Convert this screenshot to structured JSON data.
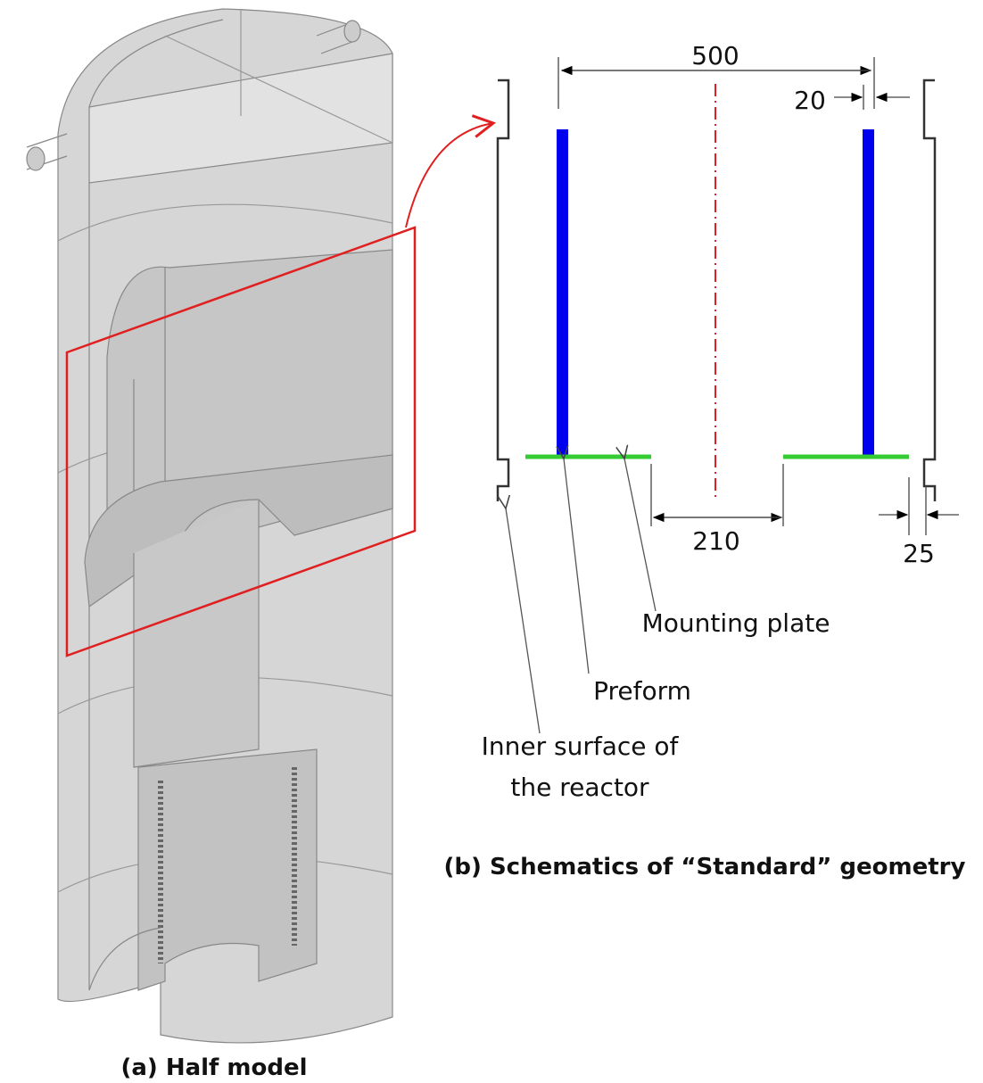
{
  "panel_a": {
    "caption": "(a) Half model"
  },
  "panel_b": {
    "caption": "(b) Schematics of “Standard” geometry",
    "dimensions": {
      "preform_spacing": "500",
      "preform_thickness": "20",
      "plate_gap": "210",
      "wall_gap": "25"
    },
    "labels": {
      "mounting_plate": "Mounting plate",
      "preform": "Preform",
      "inner_surface_line1": "Inner surface of",
      "inner_surface_line2": "the reactor"
    }
  },
  "colors": {
    "preform": "#0000ee",
    "mounting_plate": "#33cc33",
    "highlight": "#e02020",
    "axis": "#e02020"
  }
}
